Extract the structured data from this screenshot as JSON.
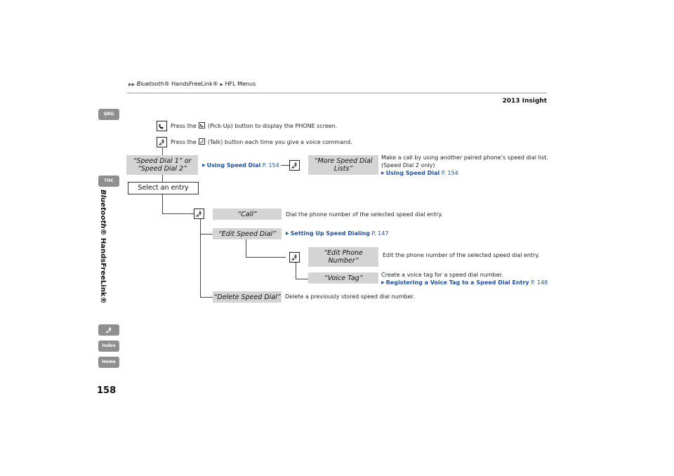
{
  "breadcrumb": {
    "part1": "Bluetooth",
    "part2": "® HandsFreeLink®",
    "part3": "HFL Menus"
  },
  "model": "2013 Insight",
  "sidebar": {
    "tabs": [
      "QRG",
      "TOC",
      "Index",
      "Home"
    ],
    "title_italic": "Bluetooth",
    "title_rest": "® HandsFreeLink®"
  },
  "page_number": "158",
  "instructions": {
    "pickup_pre": "Press the",
    "pickup_post": "(Pick-Up) button to display the PHONE screen.",
    "talk_pre": "Press the",
    "talk_post": "(Talk) button each time you give a voice command."
  },
  "diagram": {
    "speed_dial_cmd": "“Speed Dial 1” or “Speed Dial 2”",
    "select_entry": "Select an entry",
    "using_speed_dial_link": "Using Speed Dial",
    "using_speed_dial_page": "P. 154",
    "more_lists_cmd": "“More Speed Dial Lists”",
    "more_lists_desc1": "Make a call by using another paired phone’s speed dial list.",
    "more_lists_desc2": "(Speed Dial 2 only)",
    "more_lists_link": "Using Speed Dial",
    "more_lists_page": "P. 154",
    "call_cmd": "“Call”",
    "call_desc": "Dial the phone number of the selected speed dial entry.",
    "edit_cmd": "“Edit Speed Dial”",
    "edit_link": "Setting Up Speed Dialing",
    "edit_page": "P. 147",
    "edit_phone_cmd": "“Edit Phone Number”",
    "edit_phone_desc": "Edit the phone number of the selected speed dial entry.",
    "voice_tag_cmd": "“Voice Tag”",
    "voice_tag_desc": "Create a voice tag for a speed dial number.",
    "voice_tag_link": "Registering a Voice Tag to a Speed Dial Entry",
    "voice_tag_page": "P. 148",
    "delete_cmd": "“Delete Speed Dial”",
    "delete_desc": "Delete a previously stored speed dial number."
  }
}
